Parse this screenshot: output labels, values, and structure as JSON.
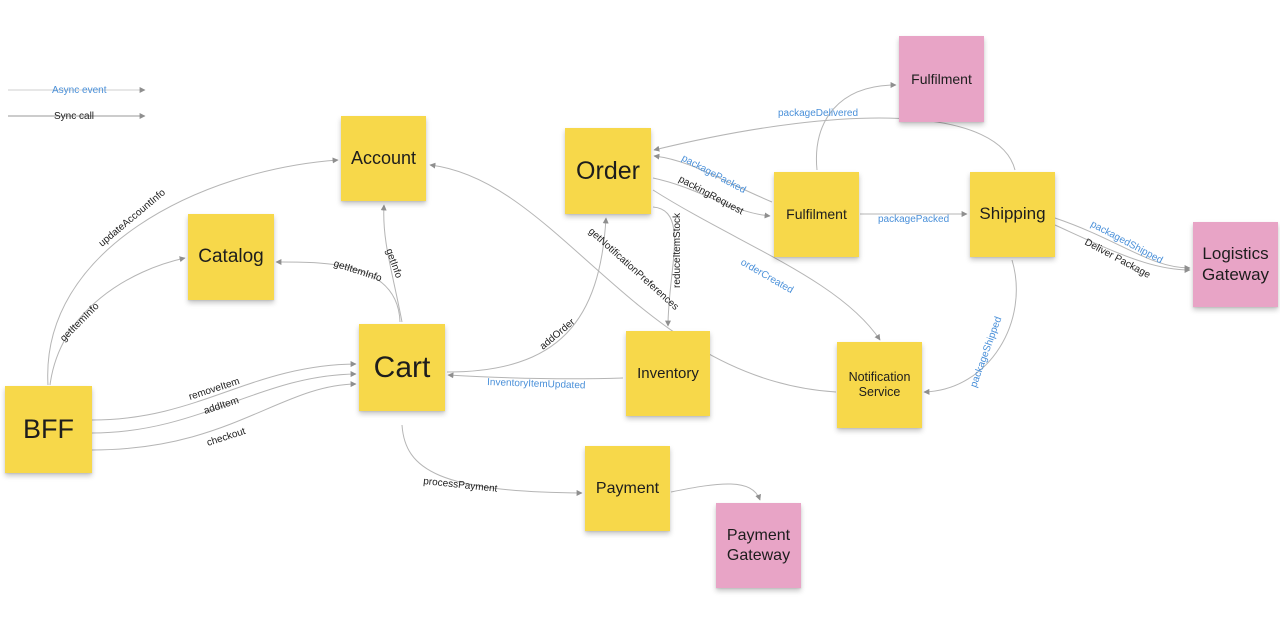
{
  "legend": {
    "async_label": "Async event",
    "sync_label": "Sync call",
    "async_color": "#4a90d9",
    "sync_color": "#222222"
  },
  "colors": {
    "service_note": "#f7d84a",
    "external_note": "#e8a4c6",
    "edge": "#b5b5b5"
  },
  "notes": [
    {
      "id": "bff",
      "label": "BFF",
      "kind": "service"
    },
    {
      "id": "account",
      "label": "Account",
      "kind": "service"
    },
    {
      "id": "catalog",
      "label": "Catalog",
      "kind": "service"
    },
    {
      "id": "cart",
      "label": "Cart",
      "kind": "service"
    },
    {
      "id": "order",
      "label": "Order",
      "kind": "service"
    },
    {
      "id": "inventory",
      "label": "Inventory",
      "kind": "service"
    },
    {
      "id": "payment",
      "label": "Payment",
      "kind": "service"
    },
    {
      "id": "payment-gateway",
      "label": "Payment Gateway",
      "kind": "external"
    },
    {
      "id": "fulfilment",
      "label": "Fulfilment",
      "kind": "service"
    },
    {
      "id": "fulfilment-ext",
      "label": "Fulfilment",
      "kind": "external"
    },
    {
      "id": "shipping",
      "label": "Shipping",
      "kind": "service"
    },
    {
      "id": "notification",
      "label": "Notification Service",
      "kind": "service"
    },
    {
      "id": "logistics",
      "label": "Logistics Gateway",
      "kind": "external"
    }
  ],
  "edges": [
    {
      "id": "e1",
      "label": "updateAccountInfo",
      "type": "sync",
      "from": "bff",
      "to": "account"
    },
    {
      "id": "e2",
      "label": "getItemInfo",
      "type": "sync",
      "from": "bff",
      "to": "catalog"
    },
    {
      "id": "e3",
      "label": "removeItem",
      "type": "sync",
      "from": "bff",
      "to": "cart"
    },
    {
      "id": "e4",
      "label": "addItem",
      "type": "sync",
      "from": "bff",
      "to": "cart"
    },
    {
      "id": "e5",
      "label": "checkout",
      "type": "sync",
      "from": "bff",
      "to": "cart"
    },
    {
      "id": "e6",
      "label": "getItemInfo",
      "type": "sync",
      "from": "cart",
      "to": "catalog"
    },
    {
      "id": "e7",
      "label": "getInfo",
      "type": "sync",
      "from": "cart",
      "to": "account"
    },
    {
      "id": "e8",
      "label": "addOrder",
      "type": "sync",
      "from": "cart",
      "to": "order"
    },
    {
      "id": "e9",
      "label": "processPayment",
      "type": "sync",
      "from": "cart",
      "to": "payment"
    },
    {
      "id": "e10",
      "label": "InventoryItemUpdated",
      "type": "async",
      "from": "inventory",
      "to": "cart"
    },
    {
      "id": "e11",
      "label": "reduceItemStock",
      "type": "sync",
      "from": "order",
      "to": "inventory"
    },
    {
      "id": "e12",
      "label": "getNotificationPreferences",
      "type": "sync",
      "from": "notification",
      "to": "account"
    },
    {
      "id": "e13",
      "label": "packagePacked",
      "type": "async",
      "from": "fulfilment",
      "to": "order"
    },
    {
      "id": "e14",
      "label": "packingRequest",
      "type": "sync",
      "from": "order",
      "to": "fulfilment"
    },
    {
      "id": "e15",
      "label": "orderCreated",
      "type": "async",
      "from": "order",
      "to": "notification"
    },
    {
      "id": "e16",
      "label": "packagePacked",
      "type": "async",
      "from": "fulfilment",
      "to": "shipping"
    },
    {
      "id": "e17",
      "label": "packageDelivered",
      "type": "async",
      "from": "shipping",
      "to": "order"
    },
    {
      "id": "e18",
      "label": "packagedShipped",
      "type": "async",
      "from": "shipping",
      "to": "logistics"
    },
    {
      "id": "e19",
      "label": "Deliver Package",
      "type": "sync",
      "from": "shipping",
      "to": "logistics"
    },
    {
      "id": "e20",
      "label": "packageShipped",
      "type": "async",
      "from": "shipping",
      "to": "notification"
    },
    {
      "id": "e21",
      "label": "",
      "type": "sync",
      "from": "payment",
      "to": "payment-gateway"
    },
    {
      "id": "e22",
      "label": "",
      "type": "sync",
      "from": "fulfilment",
      "to": "fulfilment-ext"
    }
  ]
}
